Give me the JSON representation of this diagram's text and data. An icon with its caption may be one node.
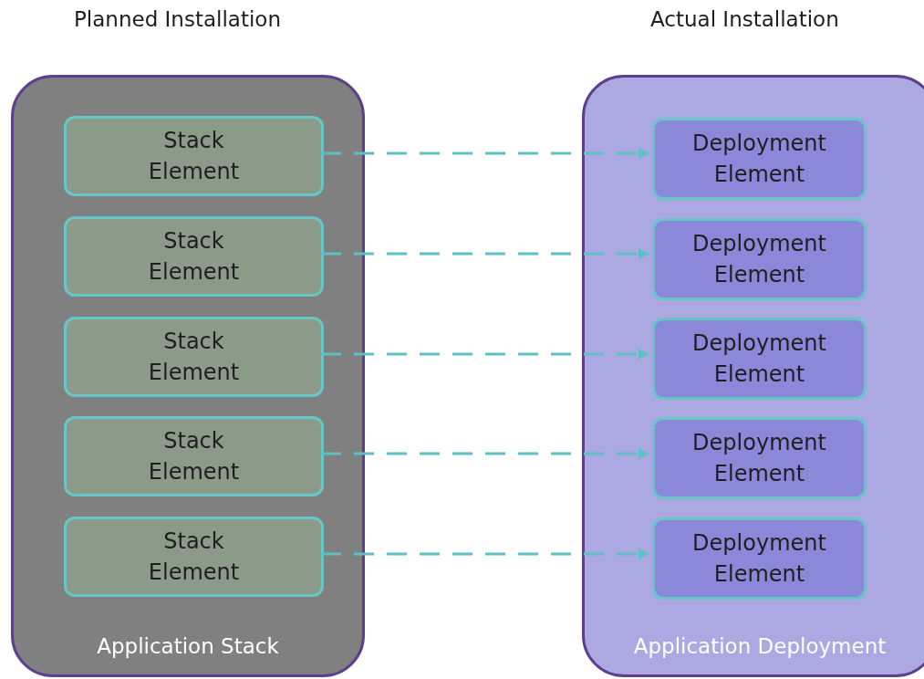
{
  "diagram": {
    "nodes": [
      {
        "text": [
          "Application Stack"
        ]
      },
      {
        "text": [
          "Stack Element"
        ],
        "in": 0
      },
      {
        "text": [
          "Stack Element"
        ],
        "in": 0
      },
      {
        "text": [
          "Stack Element"
        ],
        "in": 0
      },
      {
        "text": [
          "Stack Element"
        ],
        "in": 0
      },
      {
        "text": [
          "Stack Element"
        ],
        "in": 0
      },
      {
        "text": [
          "Application Deployment"
        ]
      },
      {
        "text": [
          "Deployment Element"
        ],
        "in": 6
      },
      {
        "text": [
          "Deployment Element"
        ],
        "in": 6
      },
      {
        "text": [
          "Deployment Element"
        ],
        "in": 6
      },
      {
        "text": [
          "Deployment Element"
        ],
        "in": 6
      },
      {
        "text": [
          "Deployment Element"
        ],
        "in": 6
      }
    ],
    "edges": [
      {
        "from": 1,
        "to": 7,
        "arrow": "to",
        "style": "dashed"
      },
      {
        "from": 2,
        "to": 8,
        "arrow": "to",
        "style": "dashed"
      },
      {
        "from": 3,
        "to": 9,
        "arrow": "to",
        "style": "dashed"
      },
      {
        "from": 4,
        "to": 10,
        "arrow": "to",
        "style": "dashed"
      },
      {
        "from": 5,
        "to": 11,
        "arrow": "to",
        "style": "dashed"
      }
    ],
    "labels": [
      "Planned Installation",
      "Actual Installation"
    ]
  }
}
